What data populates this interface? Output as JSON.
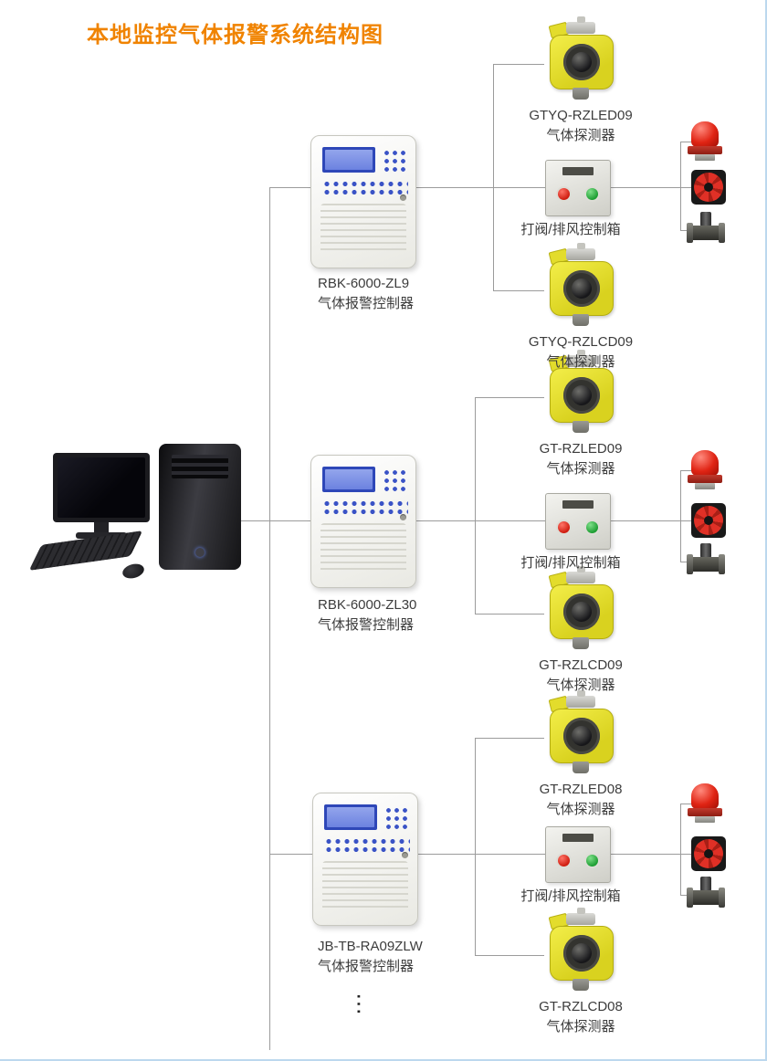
{
  "title": "本地监控气体报警系统结构图",
  "continuation_ellipsis": "…",
  "colors": {
    "title_orange": "#F08300",
    "detector_yellow": "#E7E02B",
    "alarm_red": "#D92114",
    "connector_gray": "#9B9B9B"
  },
  "icons": {
    "computer": "computer-workstation",
    "alarm": "alarm-beacon",
    "fan": "exhaust-fan",
    "valve": "solenoid-valve"
  },
  "branches": [
    {
      "controller": {
        "model": "RBK-6000-ZL9",
        "type": "气体报警控制器"
      },
      "detector_top": {
        "model": "GTYQ-RZLED09",
        "type": "气体探测器"
      },
      "control_box": {
        "label": "打阀/排风控制箱"
      },
      "detector_bottom": {
        "model": "GTYQ-RZLCD09",
        "type": "气体探测器"
      }
    },
    {
      "controller": {
        "model": "RBK-6000-ZL30",
        "type": "气体报警控制器"
      },
      "detector_top": {
        "model": "GT-RZLED09",
        "type": "气体探测器"
      },
      "control_box": {
        "label": "打阀/排风控制箱"
      },
      "detector_bottom": {
        "model": "GT-RZLCD09",
        "type": "气体探测器"
      }
    },
    {
      "controller": {
        "model": "JB-TB-RA09ZLW",
        "type": "气体报警控制器"
      },
      "detector_top": {
        "model": "GT-RZLED08",
        "type": "气体探测器"
      },
      "control_box": {
        "label": "打阀/排风控制箱"
      },
      "detector_bottom": {
        "model": "GT-RZLCD08",
        "type": "气体探测器"
      }
    }
  ]
}
